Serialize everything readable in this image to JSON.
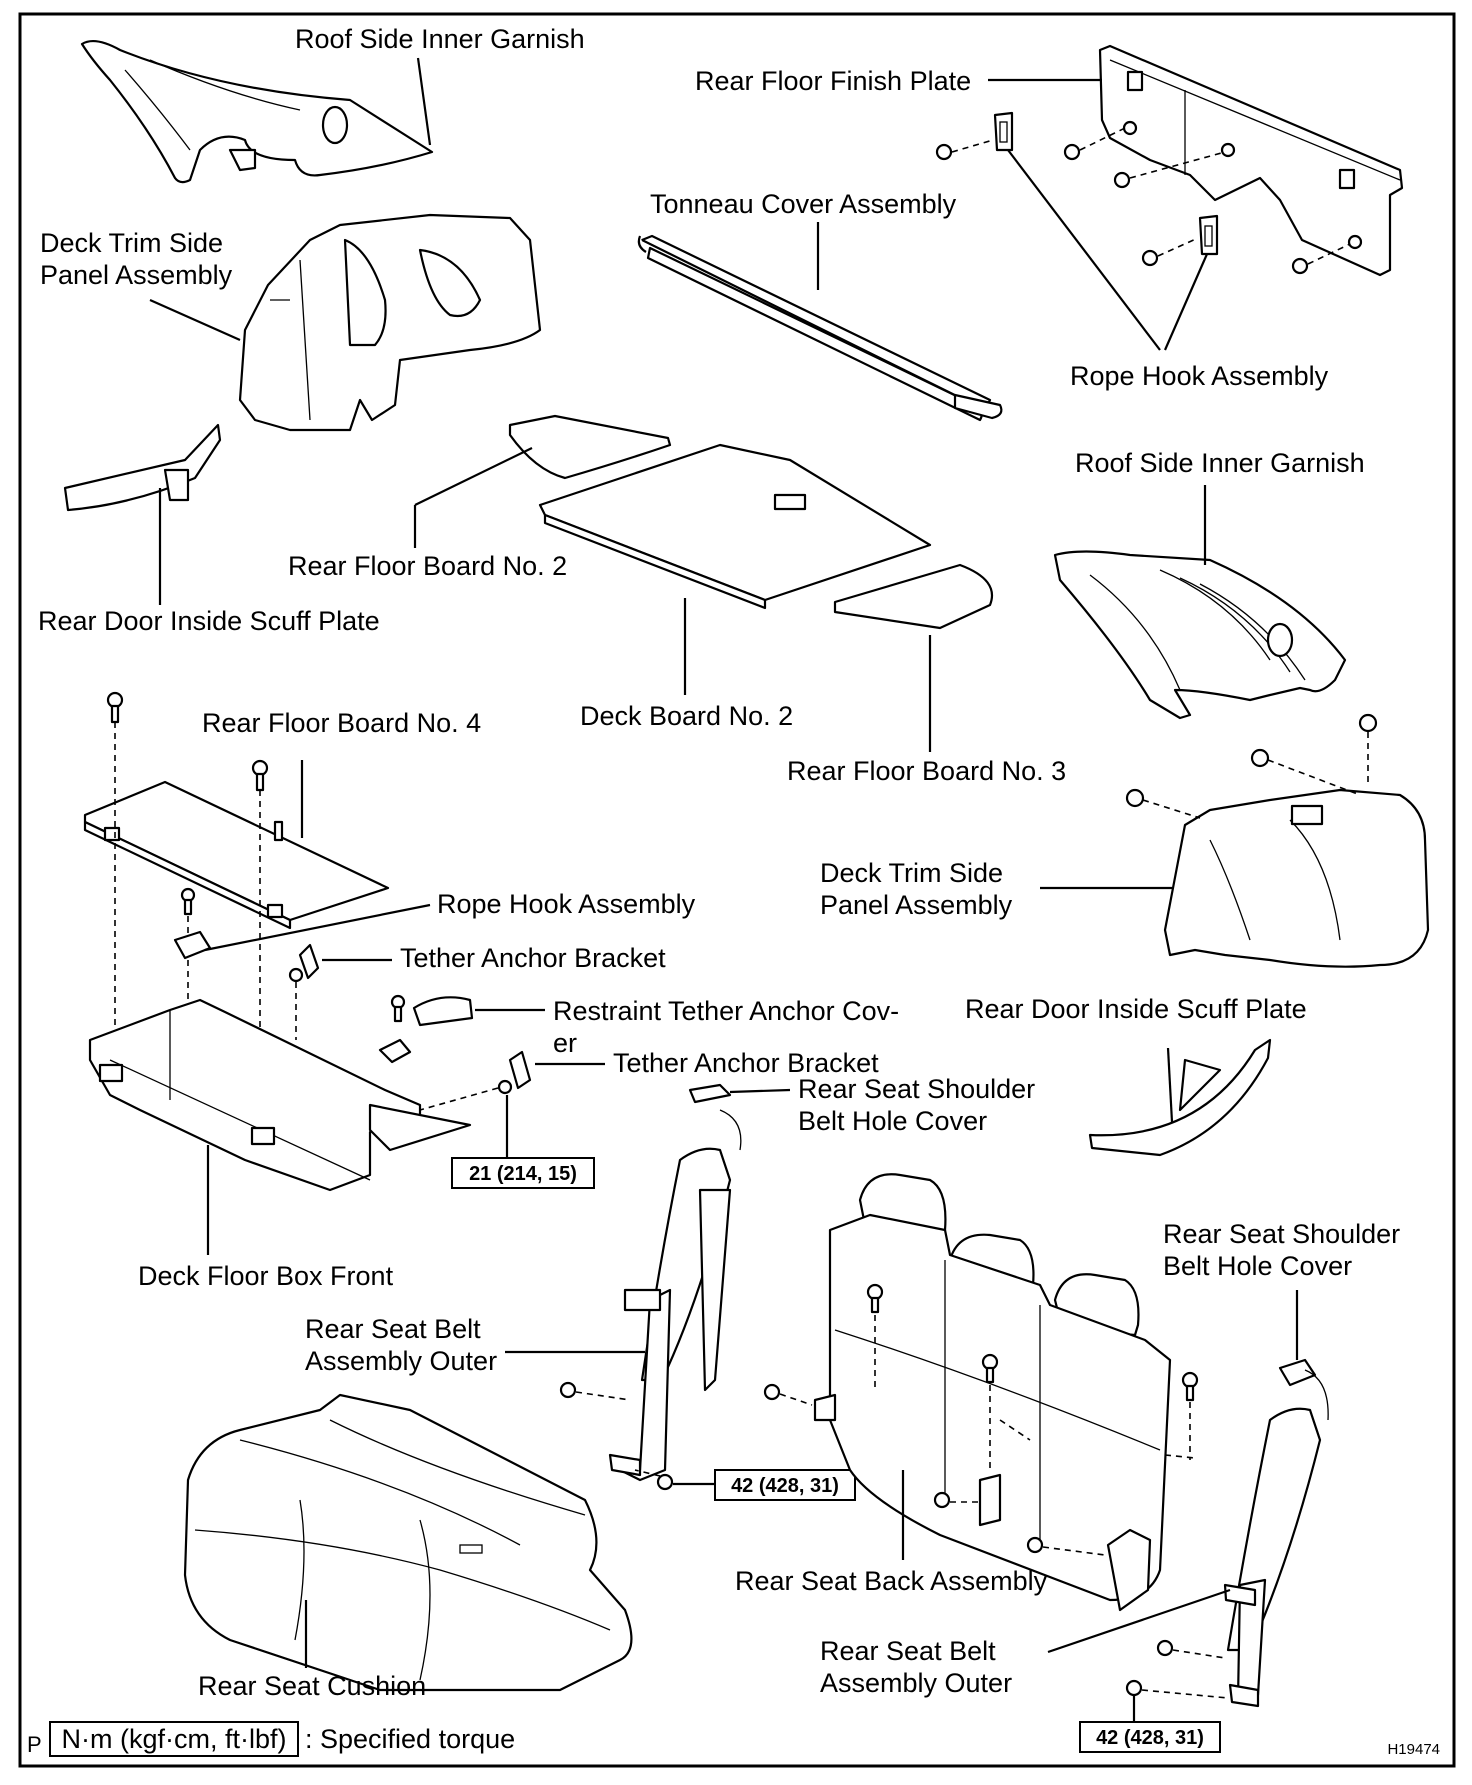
{
  "labels": {
    "roof_garnish_left": "Roof Side Inner Garnish",
    "rear_floor_finish_plate": "Rear Floor Finish Plate",
    "tonneau_cover": "Tonneau Cover Assembly",
    "deck_trim_left_1": "Deck Trim Side",
    "deck_trim_left_2": "Panel Assembly",
    "rope_hook_top": "Rope Hook Assembly",
    "roof_garnish_right": "Roof Side Inner Garnish",
    "rear_floor_board_2": "Rear Floor Board No. 2",
    "scuff_plate_left": "Rear Door Inside Scuff Plate",
    "rear_floor_board_4": "Rear Floor Board No. 4",
    "deck_board_2": "Deck Board No. 2",
    "rear_floor_board_3": "Rear Floor Board No. 3",
    "deck_trim_right_1": "Deck Trim Side",
    "deck_trim_right_2": "Panel Assembly",
    "rope_hook_mid": "Rope Hook Assembly",
    "tether_bracket_1": "Tether Anchor Bracket",
    "restraint_cover_1": "Restraint Tether Anchor Cov-",
    "restraint_cover_2": "er",
    "scuff_plate_right": "Rear Door Inside Scuff Plate",
    "tether_bracket_2": "Tether Anchor Bracket",
    "shoulder_cover_mid_1": "Rear Seat Shoulder",
    "shoulder_cover_mid_2": "Belt Hole Cover",
    "deck_floor_box": "Deck Floor Box Front",
    "shoulder_cover_right_1": "Rear Seat Shoulder",
    "shoulder_cover_right_2": "Belt Hole Cover",
    "belt_outer_mid_1": "Rear Seat Belt",
    "belt_outer_mid_2": "Assembly Outer",
    "seat_back": "Rear Seat Back Assembly",
    "seat_cushion": "Rear Seat Cushion",
    "belt_outer_right_1": "Rear Seat Belt",
    "belt_outer_right_2": "Assembly Outer"
  },
  "torque": {
    "t1": "21 (214, 15)",
    "t2": "42 (428, 31)",
    "t3": "42 (428, 31)"
  },
  "legend": {
    "prefix": "P",
    "units": "N·m (kgf·cm, ft·lbf)",
    "text": ": Specified torque"
  },
  "figure_code": "H19474"
}
